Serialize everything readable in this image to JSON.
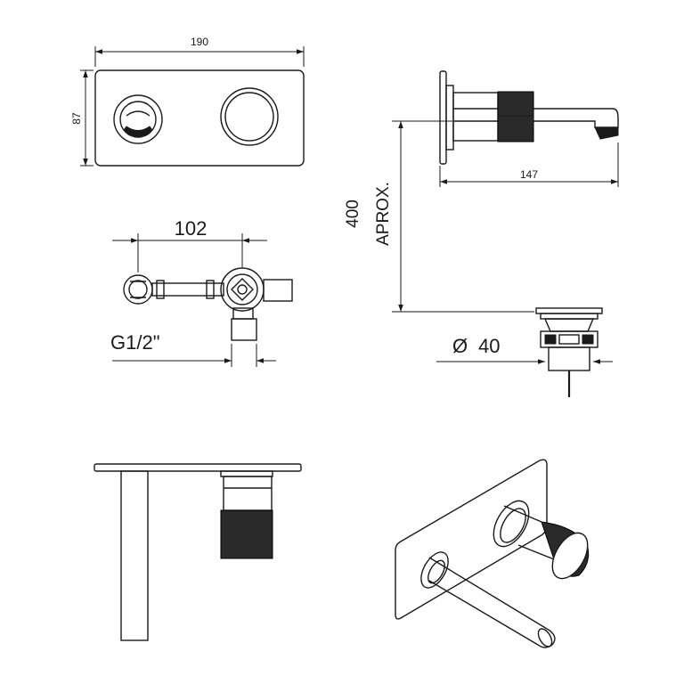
{
  "dimensions": {
    "plate_width": "190",
    "plate_height": "87",
    "spout_length": "147",
    "centers": "102",
    "connection": "G1/2\"",
    "height": "400",
    "height_note": "APROX.",
    "drain_diameter": "40",
    "diameter_symbol": "Ø"
  }
}
